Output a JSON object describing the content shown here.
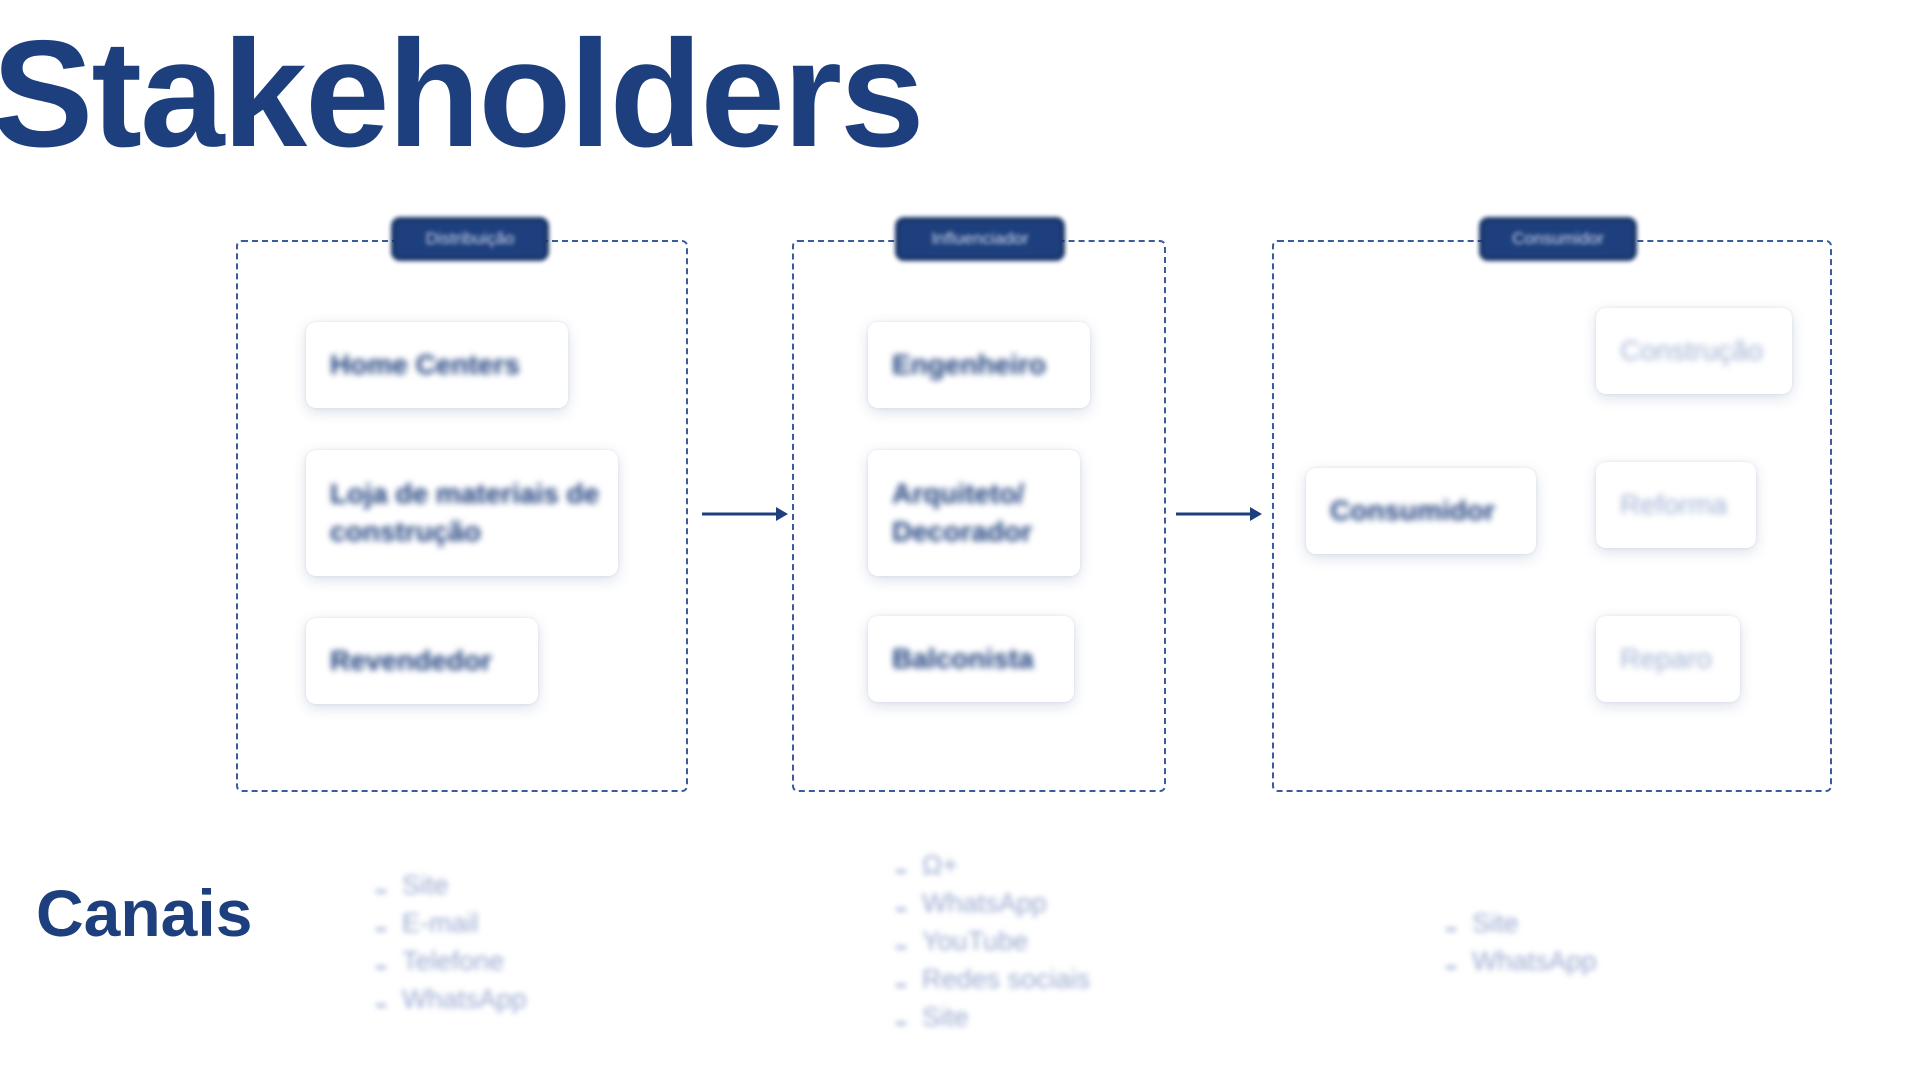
{
  "title": "Stakeholders",
  "groups": [
    {
      "tag": "Distribuição",
      "cards": [
        "Home Centers",
        "Loja de materiais de construção",
        "Revendedor"
      ]
    },
    {
      "tag": "Influenciador",
      "cards": [
        "Engenheiro",
        "Arquiteto/ Decorador",
        "Balconista"
      ]
    },
    {
      "tag": "Consumidor",
      "main_card": "Consumidor",
      "sub_cards": [
        "Construção",
        "Reforma",
        "Reparo"
      ]
    }
  ],
  "channels_title": "Canais",
  "channels": [
    [
      "Site",
      "E-mail",
      "Telefone",
      "WhatsApp"
    ],
    [
      "Ω+",
      "WhatsApp",
      "YouTube",
      "Redes sociais",
      "Site"
    ],
    [
      "Site",
      "WhatsApp"
    ]
  ],
  "colors": {
    "primary": "#1e3f7d",
    "muted_text": "#9aaad0",
    "dashed_border": "#3b5c9a"
  }
}
